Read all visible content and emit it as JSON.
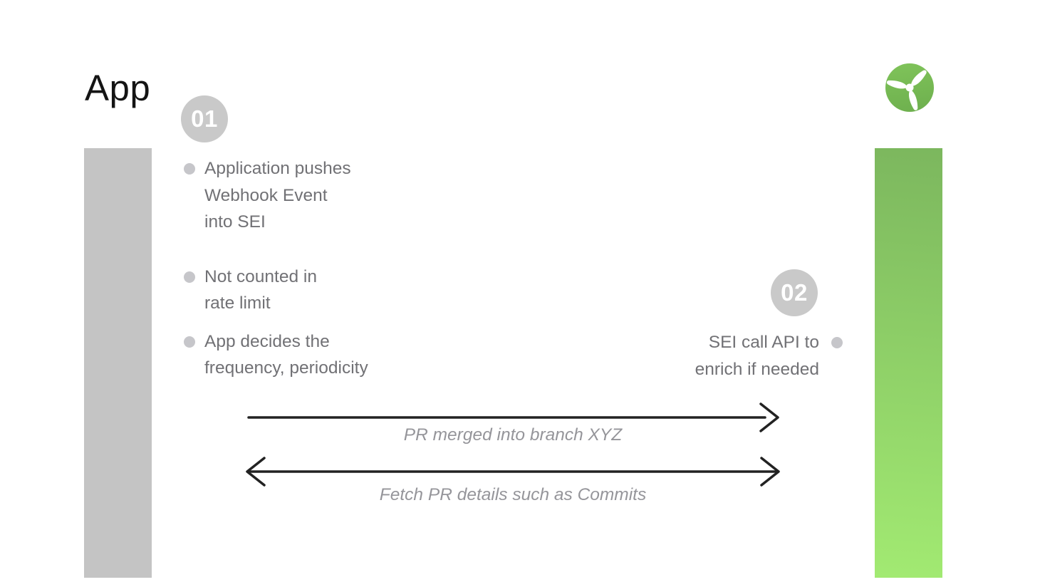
{
  "title": "App",
  "logo": {
    "name": "propeller-logo"
  },
  "steps": [
    {
      "number": "01",
      "bullets": [
        "Application pushes\nWebhook Event\ninto SEI",
        "Not counted in\nrate limit",
        "App decides the\nfrequency, periodicity"
      ]
    },
    {
      "number": "02",
      "bullets": [
        "SEI call API to\nenrich if needed"
      ]
    }
  ],
  "arrows": [
    {
      "label": "PR merged into branch XYZ",
      "direction": "right"
    },
    {
      "label": "Fetch PR details such as Commits",
      "direction": "both"
    }
  ],
  "colors": {
    "left_bar": "#c4c4c4",
    "green_bar_top": "#7cb75e",
    "green_bar_bottom": "#a2ea72",
    "badge": "#c9c9c9",
    "badge_text": "#ffffff",
    "text": "#717175",
    "bullet": "#c6c6ca",
    "arrow": "#222222",
    "label": "#95959a",
    "title": "#141414",
    "logo_top": "#8fd564",
    "logo_bottom": "#6fb14f",
    "background": "#ffffff"
  }
}
